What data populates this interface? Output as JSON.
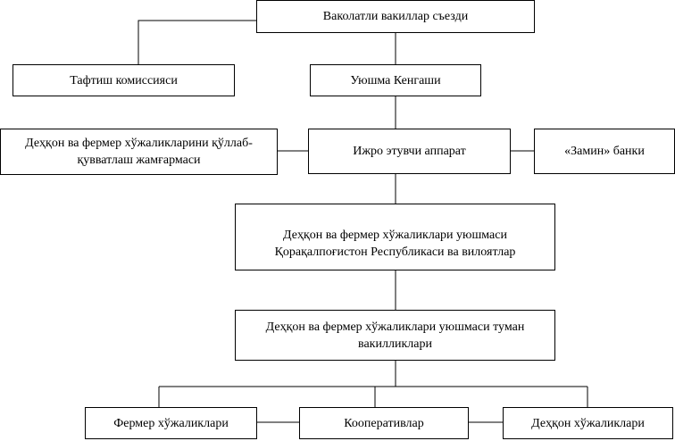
{
  "nodes": {
    "congress": "Ваколатли вакиллар съезди",
    "audit": "Тафтиш комиссияси",
    "council": "Уюшма Кенгаши",
    "fund": "Деҳқон ва фермер хўжаликларини қўллаб-қувватлаш жамғармаси",
    "executive": "Ижро этувчи аппарат",
    "bank": "«Замин» банки",
    "regional": "Деҳқон ва фермер хўжаликлари уюшмаси Қорақалпоғистон Республикаси ва вилоятлар",
    "district": "Деҳқон ва фермер хўжаликлари уюшмаси туман вакилликлари",
    "farmers": "Фермер хўжаликлари",
    "cooperatives": "Кооперативлар",
    "peasants": "Деҳқон хўжаликлари"
  },
  "colors": {
    "line": "#000000",
    "border": "#000000",
    "background": "#ffffff"
  }
}
